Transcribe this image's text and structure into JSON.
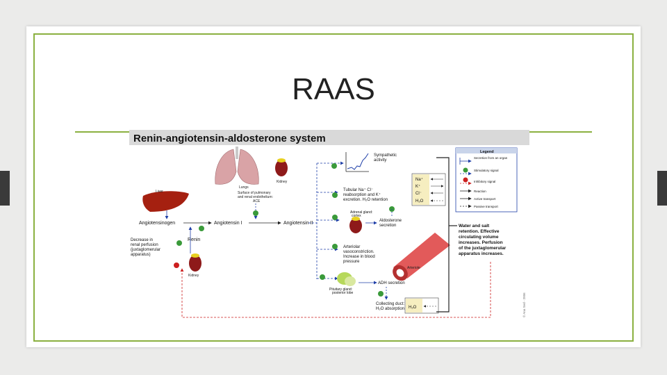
{
  "slide": {
    "title": "RAAS"
  },
  "figure": {
    "header": "Renin-angiotensin-aldosterone system",
    "labels": {
      "liver": "Liver",
      "lungs": "Lungs",
      "kidney": "Kidney",
      "kidney2": "Kidney",
      "ace_l1": "Surface of pulmonary",
      "ace_l2": "and renal endothelium:",
      "ace_l3": "ACE",
      "angiotensinogen": "Angiotensinogen",
      "ang1": "Angiotensin I",
      "ang2": "Angiotensin II",
      "renin": "Renin",
      "perf_l1": "Decrease in",
      "perf_l2": "renal perfusion",
      "perf_l3": "(juxtaglomerular",
      "perf_l4": "apparatus)",
      "symp_l1": "Sympathetic",
      "symp_l2": "activity",
      "tub_l1": "Tubular Na⁺ Cl⁻",
      "tub_l2": "reabsorption and K⁺",
      "tub_l3": "excretion. H₂O retention",
      "adrenal_l1": "Adrenal gland:",
      "adrenal_l2": "cortex",
      "aldo_l1": "Aldosterone",
      "aldo_l2": "secretion",
      "art_l1": "Arteriolar",
      "art_l2": "vasoconstriction.",
      "art_l3": "Increase in blood",
      "art_l4": "pressure",
      "arteriole": "Arteriole",
      "pit_l1": "Pituitary gland:",
      "pit_l2": "posterior lobe",
      "adh": "ADH secretion",
      "coll_l1": "Collecting duct:",
      "coll_l2": "H₂O absorption",
      "h2o": "H₂O",
      "ions": [
        "Na⁺",
        "K⁺",
        "Cl⁻",
        "H₂O"
      ],
      "water_l1": "Water and salt",
      "water_l2": "retention. Effective",
      "water_l3": "circulating volume",
      "water_l4": "increases. Perfusion",
      "water_l5": "of the juxtaglomerular",
      "water_l6": "apparatus increases.",
      "credit": "© Ana Sed - 2006"
    },
    "legend": {
      "title": "Legend",
      "items": [
        "Secretion from an organ",
        "Stimulatory signal",
        "Inhibitory signal",
        "Reaction",
        "Active transport",
        "Passive transport"
      ]
    },
    "colors": {
      "blue": "#1f3fa8",
      "red": "#cc1f1f",
      "green": "#3a9a3a",
      "kidney": "#8e1a1a",
      "liver": "#a52010",
      "lungs": "#d9a3a6"
    }
  }
}
